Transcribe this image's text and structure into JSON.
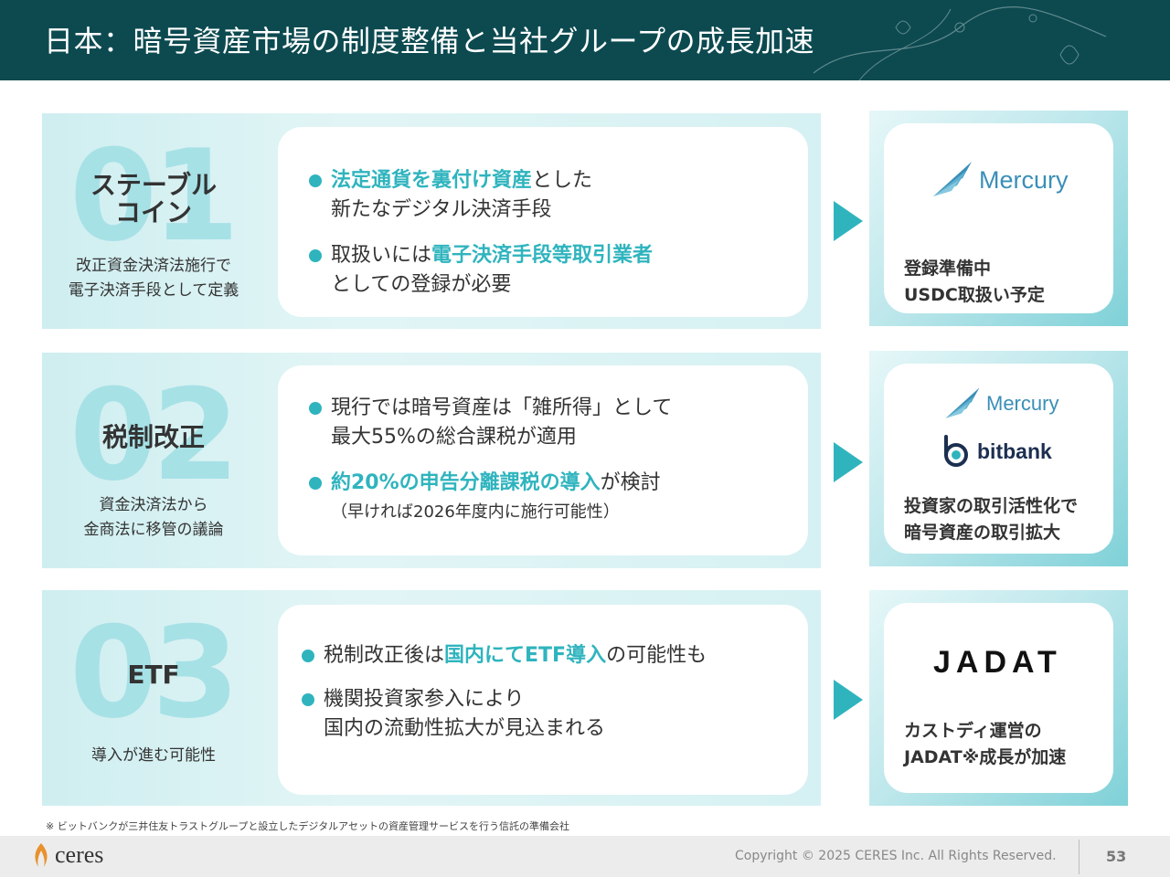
{
  "header": {
    "title": "日本：暗号資産市場の制度整備と当社グループの成長加速"
  },
  "sections": [
    {
      "number": "01",
      "category_lines": [
        "ステーブル",
        "コイン"
      ],
      "sub_lines": [
        "改正資金決済法施行で",
        "電子決済手段として定義"
      ],
      "bullets": [
        {
          "l1_hl": "法定通貨を裏付け資産",
          "l1_rest": "とした",
          "l2": "新たなデジタル決済手段"
        },
        {
          "l1_pre": "取扱いには",
          "l1_hl": "電子決済手段等取引業者",
          "l2": "としての登録が必要"
        }
      ],
      "result": {
        "logos": [
          "Mercury"
        ],
        "lines": [
          "登録準備中",
          "USDC取扱い予定"
        ]
      }
    },
    {
      "number": "02",
      "category_lines": [
        "税制改正"
      ],
      "sub_lines": [
        "資金決済法から",
        "金商法に移管の議論"
      ],
      "bullets": [
        {
          "l1": "現行では暗号資産は「雑所得」として",
          "l2": "最大55%の総合課税が適用"
        },
        {
          "l1_hl": "約20%の申告分離課税の導入",
          "l1_rest": "が検討",
          "l2": "（早ければ2026年度内に施行可能性）"
        }
      ],
      "result": {
        "logos": [
          "Mercury",
          "bitbank"
        ],
        "lines": [
          "投資家の取引活性化で",
          "暗号資産の取引拡大"
        ]
      }
    },
    {
      "number": "03",
      "category_lines": [
        "ETF"
      ],
      "sub_lines": [
        "導入が進む可能性"
      ],
      "bullets": [
        {
          "l1_pre": "税制改正後は",
          "l1_hl": "国内にてETF導入",
          "l1_rest": "の可能性も"
        },
        {
          "l1": "機関投資家参入により",
          "l2": "国内の流動性拡大が見込まれる"
        }
      ],
      "result": {
        "logos": [
          "JADAT"
        ],
        "lines": [
          "カストディ運営の",
          "JADAT※成長が加速"
        ]
      }
    }
  ],
  "footnote": "※ ビットバンクが三井住友トラストグループと設立したデジタルアセットの資産管理サービスを行う信託の準備会社",
  "footer": {
    "brand": "ceres",
    "copyright": "Copyright © 2025 CERES Inc. All Rights Reserved.",
    "page": "53"
  },
  "colors": {
    "header_bg": "#0c4a50",
    "accent": "#2fb4be",
    "band_bg": "#d6f1f3",
    "number": "#a6e1e6"
  }
}
